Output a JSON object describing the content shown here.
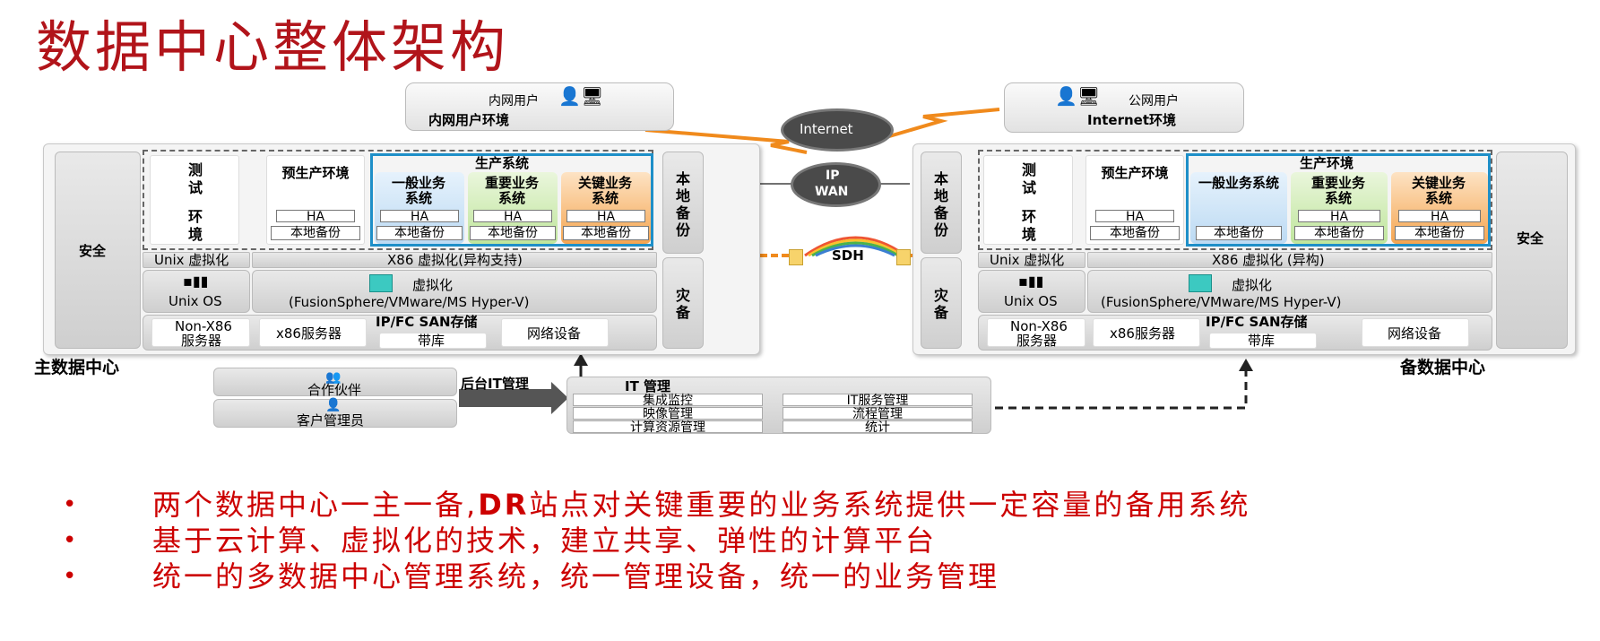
{
  "title": "数据中心整体架构",
  "intranet": {
    "user_label": "内网用户",
    "env_label": "内网用户环境"
  },
  "internet_user": {
    "user_label": "公网用户",
    "env_label": "Internet环境"
  },
  "clouds": {
    "internet": "Internet",
    "ip": "IP",
    "wan": "WAN"
  },
  "sdh": "SDH",
  "primary": {
    "name": "主数据中心",
    "security": "安全",
    "test_env": [
      "测",
      "试",
      "环",
      "境"
    ],
    "preprod": {
      "title": "预生产环境",
      "ha": "HA",
      "backup": "本地备份"
    },
    "production": {
      "title": "生产系统",
      "general": "一般业务系统",
      "important": "重要业务系统",
      "critical": "关键业务系统",
      "ha": "HA",
      "backup": "本地备份"
    },
    "local_backup": "本地备份",
    "disaster": "灾备",
    "unix_virt": "Unix 虚拟化",
    "x86_virt": "X86 虚拟化(异构支持)",
    "unix_os": "Unix OS",
    "virt": "虚拟化",
    "virt_sub": "(FusionSphere/VMware/MS Hyper-V)",
    "non_x86": "Non-X86",
    "server": "服务器",
    "x86_server": "x86服务器",
    "storage": "IP/FC SAN存储",
    "tape": "带库",
    "network": "网络设备"
  },
  "backup": {
    "name": "备数据中心",
    "security": "安全",
    "test_env": [
      "测",
      "试",
      "环",
      "境"
    ],
    "preprod": {
      "title": "预生产环境",
      "ha": "HA",
      "backup": "本地备份"
    },
    "production": {
      "title": "生产环境",
      "general": "一般业务系统",
      "important": "重要业务系统",
      "critical": "关键业务系统",
      "ha": "HA",
      "backup": "本地备份"
    },
    "local_backup": "本地备份",
    "disaster": "灾备",
    "unix_virt": "Unix 虚拟化",
    "x86_virt": "X86 虚拟化 (异构)",
    "unix_os": "Unix OS",
    "virt": "虚拟化",
    "virt_sub": "(FusionSphere/VMware/MS Hyper-V)",
    "non_x86": "Non-X86",
    "server": "服务器",
    "x86_server": "x86服务器",
    "storage": "IP/FC SAN存储",
    "tape": "带库",
    "network": "网络设备"
  },
  "mgmt": {
    "partner": "合作伙伴",
    "customer_admin": "客户管理员",
    "backend": "后台IT管理",
    "it_mgmt": "IT 管理",
    "items_left": [
      "集成监控",
      "映像管理",
      "计算资源管理"
    ],
    "items_right": [
      "IT服务管理",
      "流程管理",
      "统计"
    ]
  },
  "bullets": [
    {
      "pre": "两个数据中心一主一备,",
      "bold": "DR",
      "post": "站点对关键重要的业务系统提供一定容量的备用系统"
    },
    {
      "pre": "基于云计算、虚拟化的技术，建立共享、弹性的计算平台",
      "bold": "",
      "post": ""
    },
    {
      "pre": "统一的多数据中心管理系统，统一管理设备，统一的业务管理",
      "bold": "",
      "post": ""
    }
  ],
  "colors": {
    "title": "#b1141a",
    "bullets": "#cc0000",
    "production_border": "#1e8fc8",
    "link_orange": "#f08a1c"
  }
}
